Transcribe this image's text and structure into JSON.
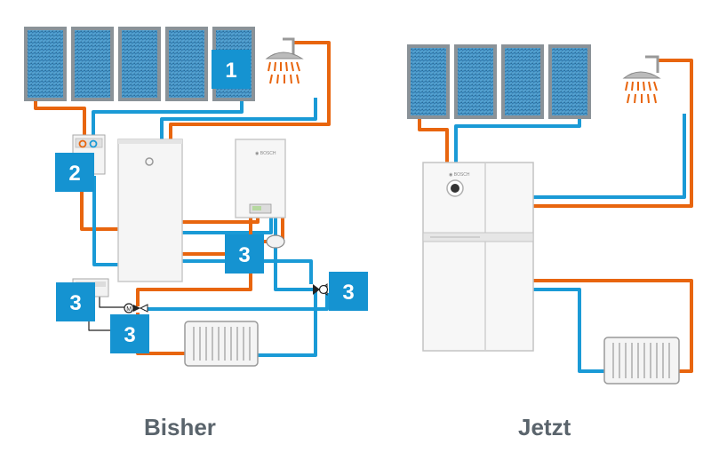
{
  "captions": {
    "before": "Bisher",
    "after": "Jetzt"
  },
  "badges": [
    {
      "label": "1"
    },
    {
      "label": "2"
    },
    {
      "label": "3"
    },
    {
      "label": "3"
    },
    {
      "label": "3"
    },
    {
      "label": "3"
    }
  ],
  "colors": {
    "hot_pipe": "#e8650e",
    "cold_pipe": "#1a9ad6",
    "badge": "#1593d1",
    "caption": "#5a646c"
  },
  "icons": {
    "solar_collector": "solar-collector-icon",
    "shower": "shower-icon",
    "radiator": "radiator-icon",
    "boiler": "boiler-icon",
    "storage_tank": "storage-tank-icon",
    "heat_pump_unit": "heat-pump-unit-icon",
    "mixing_valve": "mixing-valve-icon",
    "controller": "controller-icon"
  }
}
